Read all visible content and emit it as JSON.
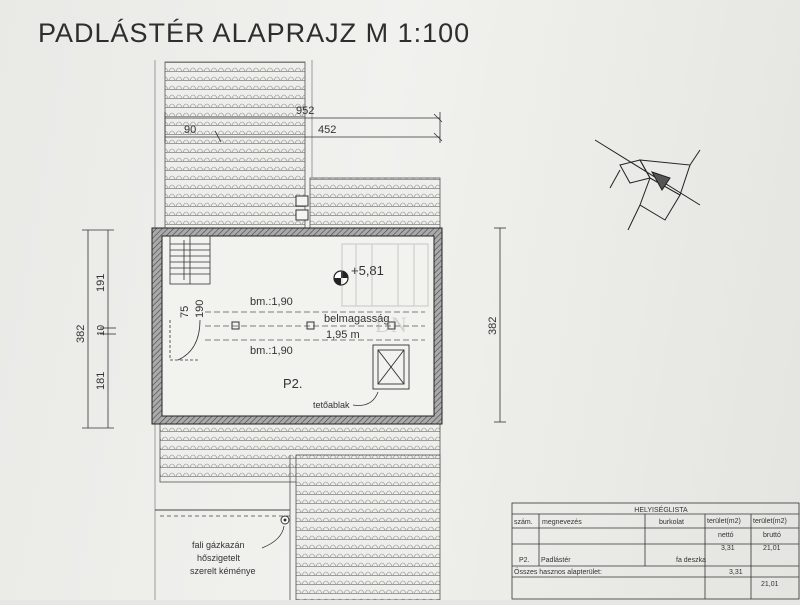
{
  "title": "PADLÁSTÉR ALAPRAJZ  M 1:100",
  "dimensions": {
    "top_total": "952",
    "top_left": "90",
    "top_right": "452",
    "left_total": "382",
    "left_upper": "191",
    "left_mid": "10",
    "left_lower": "181",
    "right_total": "382",
    "stair_a": "75",
    "stair_b": "190"
  },
  "annotations": {
    "level": "+5,81",
    "bm_upper": "bm.:1,90",
    "bm_lower": "bm.:1,90",
    "belmagassag": "belmagasság",
    "belmagassag_value": "1,95 m",
    "room": "P2.",
    "skylight": "tetőablak",
    "chimney_line1": "fali gázkazán",
    "chimney_line2": "hőszigetelt",
    "chimney_line3": "szerelt kéménye"
  },
  "room_table": {
    "caption": "HELYISÉGLISTA",
    "headers": [
      "szám.",
      "megnevezés",
      "burkolat",
      "terület(m2)",
      "terület(m2)"
    ],
    "subheaders": [
      "",
      "",
      "",
      "nettó",
      "bruttó"
    ],
    "rows": [
      [
        "P2.",
        "Padlástér",
        "fa deszka",
        "3,31",
        "21,01"
      ]
    ],
    "total_label": "Összes hasznos alapterület:",
    "total_netto": "3,31",
    "total_brutto": "21,01"
  }
}
